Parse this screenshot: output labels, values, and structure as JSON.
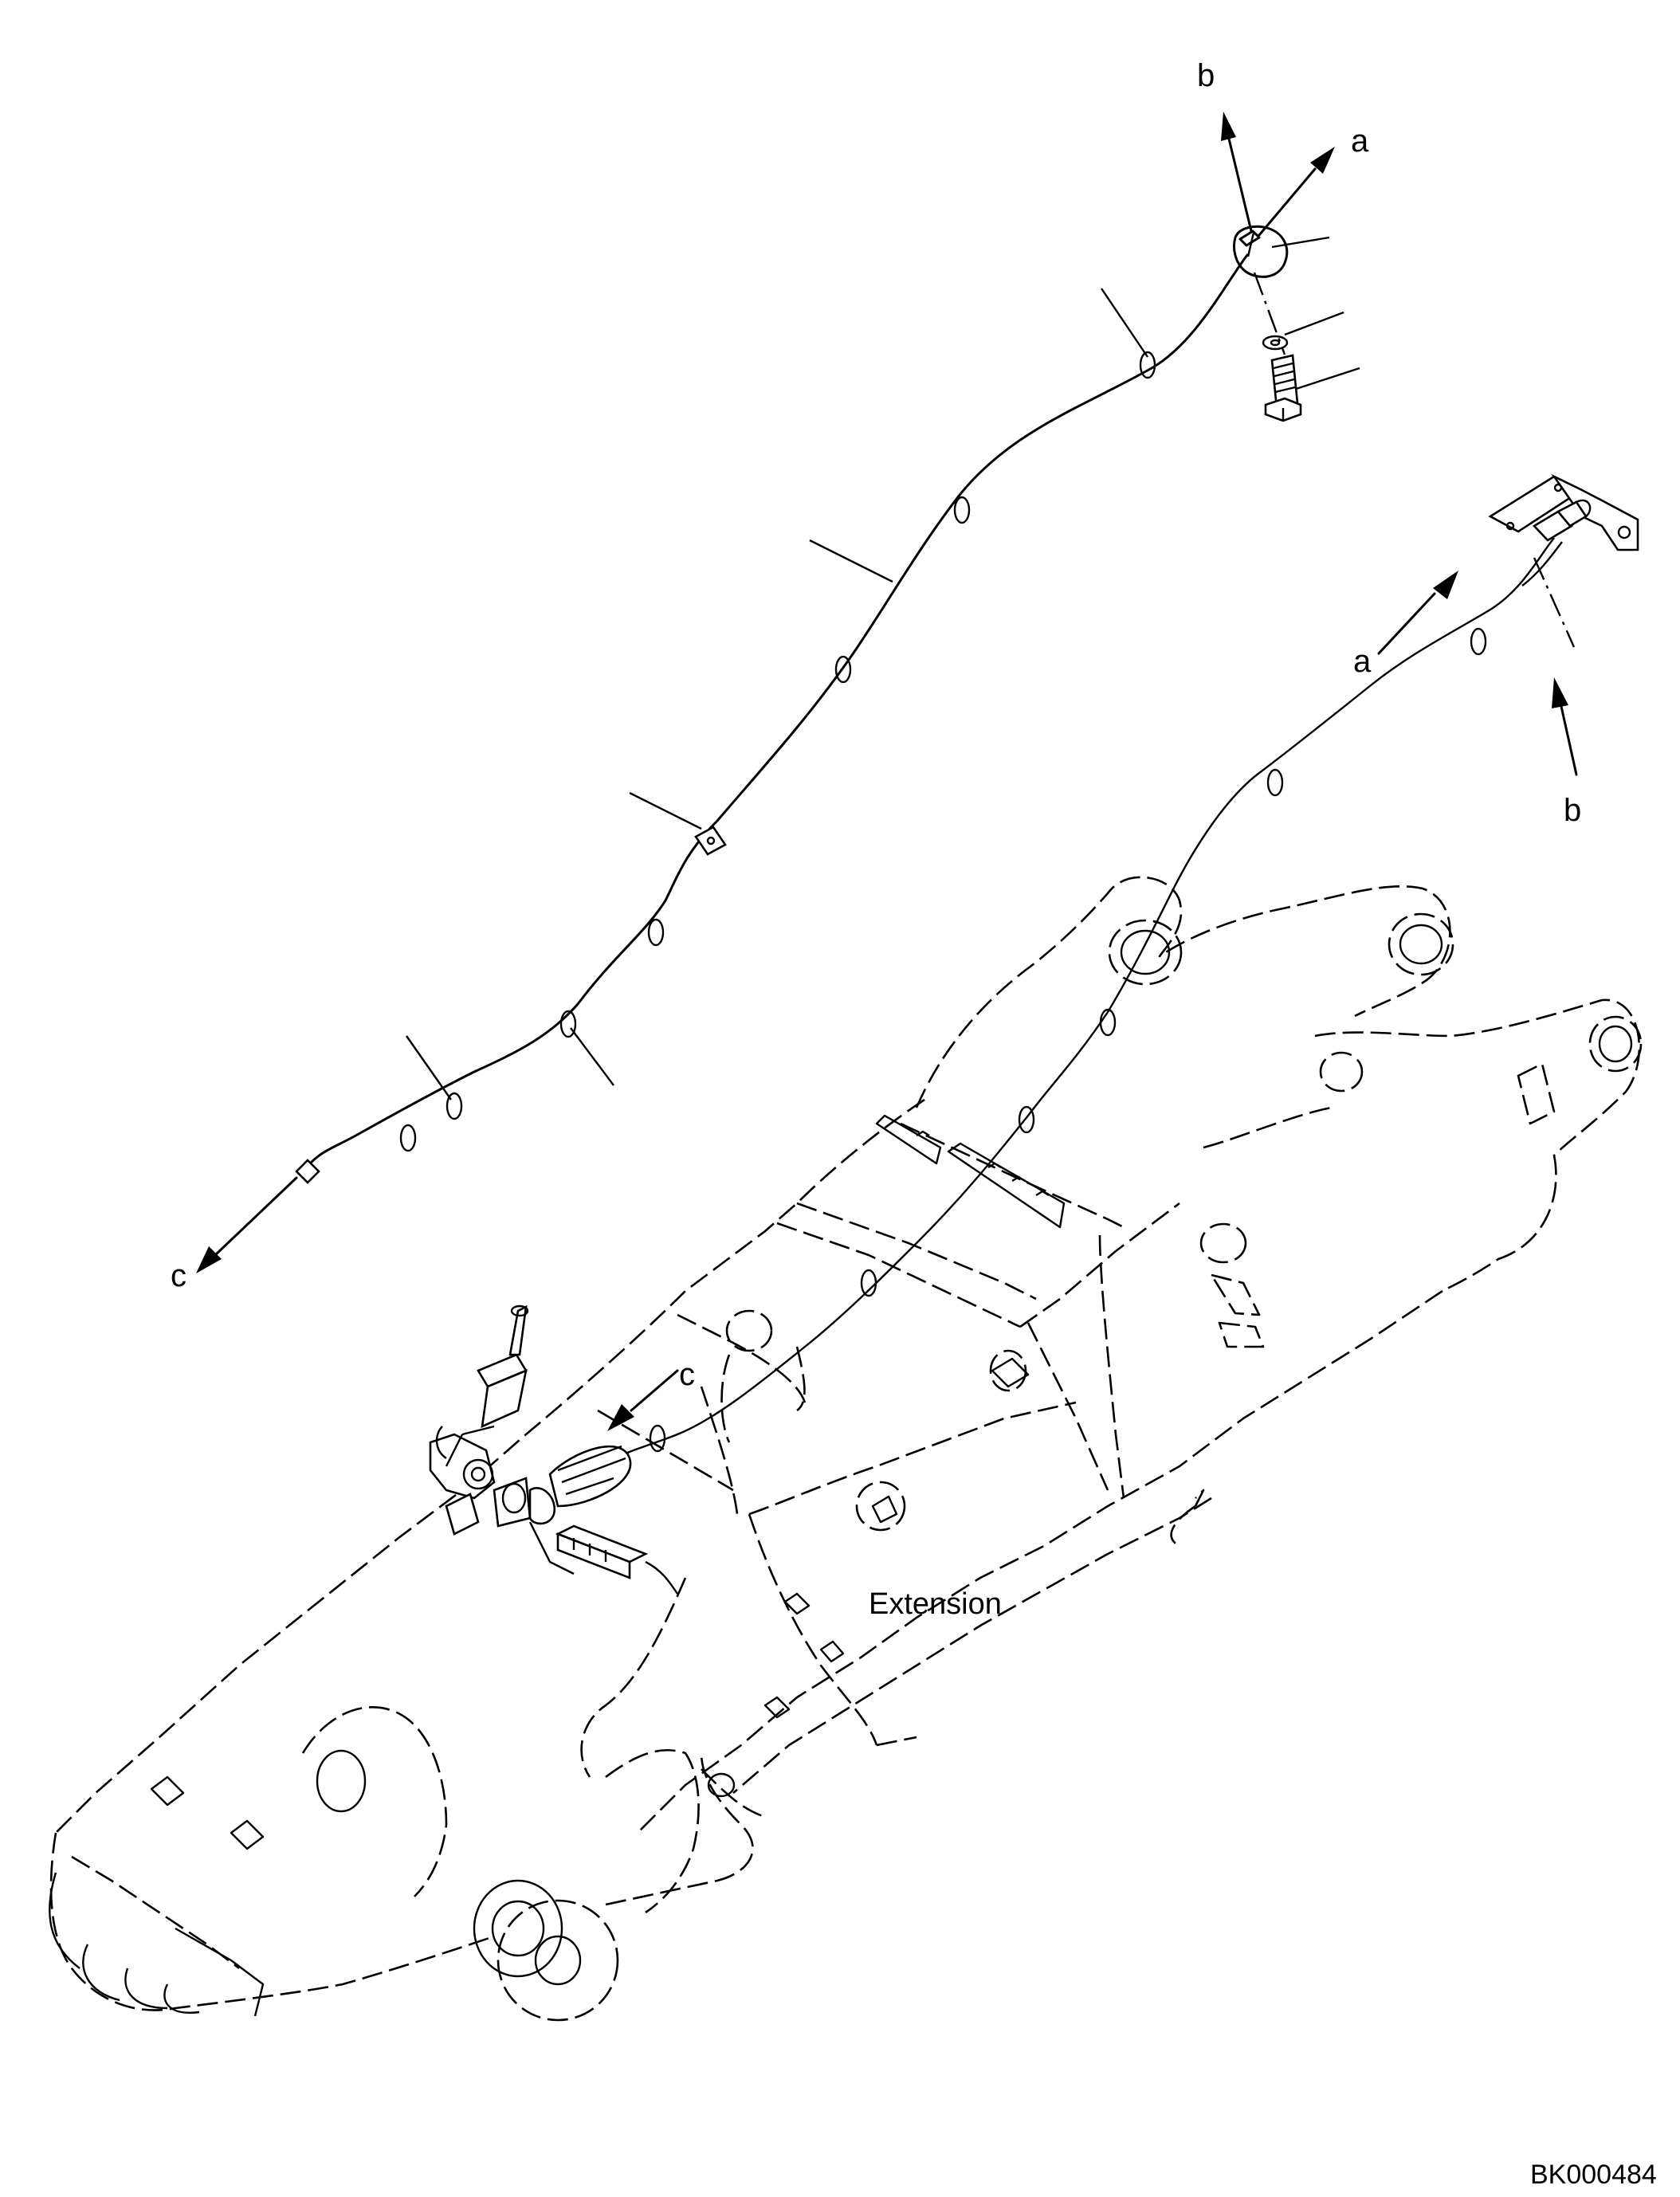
{
  "labels": {
    "a_top": "a",
    "b_top": "b",
    "a_right": "a",
    "b_right": "b",
    "c_left": "c",
    "c_mid": "c",
    "extension": "Extension",
    "drawing_code": "BK000484"
  },
  "colors": {
    "line": "#000000",
    "background": "#ffffff"
  }
}
